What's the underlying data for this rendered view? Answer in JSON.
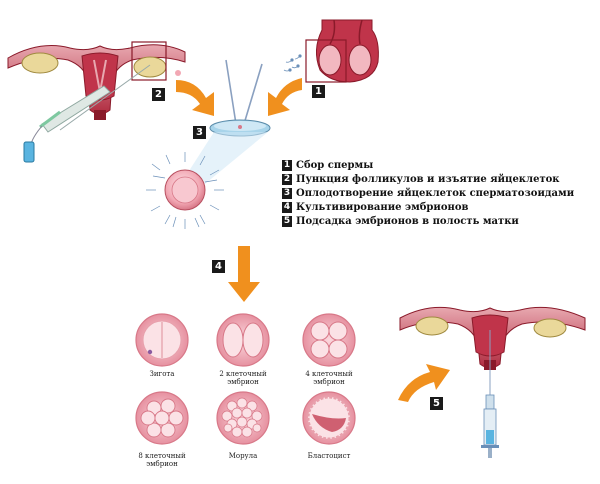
{
  "steps": [
    {
      "number": "1",
      "label": "Сбор спермы"
    },
    {
      "number": "2",
      "label": "Пункция фолликулов и изъятие яйцеклеток"
    },
    {
      "number": "3",
      "label": "Оплодотворение яйцеклеток сперматозоидами"
    },
    {
      "number": "4",
      "label": "Культивирование эмбрионов"
    },
    {
      "number": "5",
      "label": "Подсадка эмбрионов в полость матки"
    }
  ],
  "stages": [
    {
      "label": "Зигота"
    },
    {
      "label": "2 клеточный\nэмбрион"
    },
    {
      "label": "4 клеточный\nэмбрион"
    },
    {
      "label": "8 клеточный\nэмбрион"
    },
    {
      "label": "Морула"
    },
    {
      "label": "Бластоцист"
    }
  ],
  "colors": {
    "arrow": "#f0901e",
    "tissue": "#c0344a",
    "tissue_dark": "#8a1a2a",
    "ovary": "#ead89a",
    "cell": "#f2b8c0",
    "dish": "#a8d4ea"
  }
}
